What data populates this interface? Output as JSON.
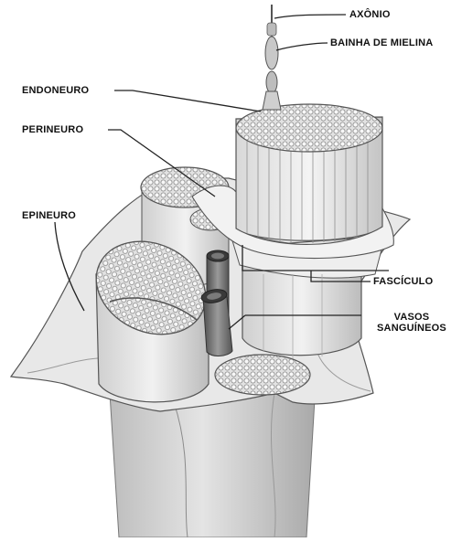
{
  "labels": {
    "axonio": "AXÔNIO",
    "bainha": "BAINHA DE MIELINA",
    "endoneuro": "ENDONEURO",
    "perineuro": "PERINEURO",
    "epineuro": "EPINEURO",
    "fasciculo": "FASCÍCULO",
    "vasos_line1": "VASOS",
    "vasos_line2": "SANGUÍNEOS"
  },
  "colors": {
    "tissue": "#e6e6e6",
    "tissue_light": "#f3f3f3",
    "tissue_dark": "#9a9a9a",
    "outline": "#555555",
    "vessel": "#6e6e6e",
    "leader": "#222222"
  }
}
